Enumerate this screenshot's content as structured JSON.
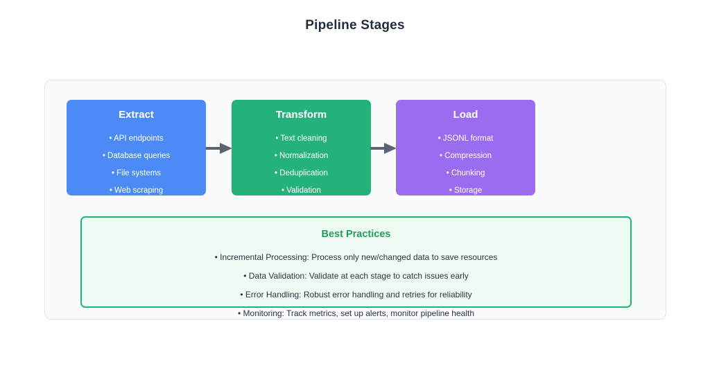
{
  "page": {
    "title": "Pipeline Stages",
    "background": "#ffffff",
    "title_color": "#1f2d3d"
  },
  "container": {
    "background": "#fafbfc",
    "border_color": "#e3e6ea"
  },
  "stages": [
    {
      "id": "extract",
      "title": "Extract",
      "color": "#4c8bf5",
      "items": [
        "• API endpoints",
        "• Database queries",
        "• File systems",
        "• Web scraping"
      ]
    },
    {
      "id": "transform",
      "title": "Transform",
      "color": "#25b17c",
      "items": [
        "• Text cleaning",
        "• Normalization",
        "• Deduplication",
        "• Validation"
      ]
    },
    {
      "id": "load",
      "title": "Load",
      "color": "#9b6cf0",
      "items": [
        "• JSONL format",
        "• Compression",
        "• Chunking",
        "• Storage"
      ]
    }
  ],
  "connectors": {
    "color": "#5b6472",
    "count": 2,
    "direction": "right"
  },
  "best_practices": {
    "title": "Best Practices",
    "title_color": "#1f9e63",
    "background": "#edfbf2",
    "border_color": "#21b573",
    "items": [
      "• Incremental Processing: Process only new/changed data to save resources",
      "• Data Validation: Validate at each stage to catch issues early",
      "• Error Handling: Robust error handling and retries for reliability",
      "• Monitoring: Track metrics, set up alerts, monitor pipeline health"
    ]
  }
}
